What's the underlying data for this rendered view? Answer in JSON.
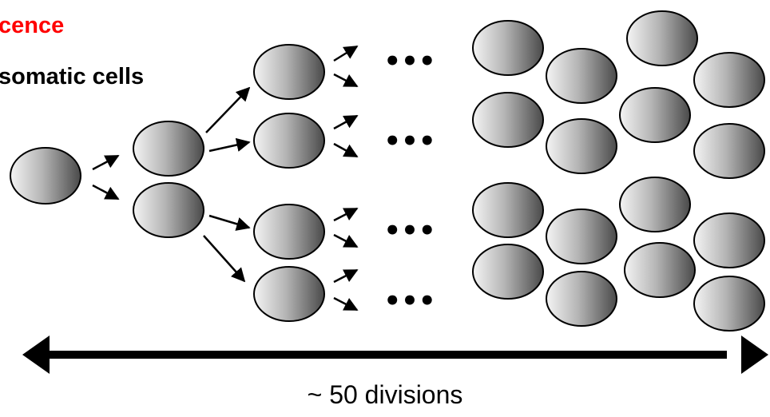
{
  "texts": {
    "title_red": "cence",
    "title_black": "somatic cells",
    "ellipsis": "•••",
    "caption": "~ 50 divisions"
  },
  "colors": {
    "title_red": "#ff0000",
    "cell_light": "#f4f4f4",
    "cell_dark": "#4a4a4a",
    "outline": "#000000"
  }
}
